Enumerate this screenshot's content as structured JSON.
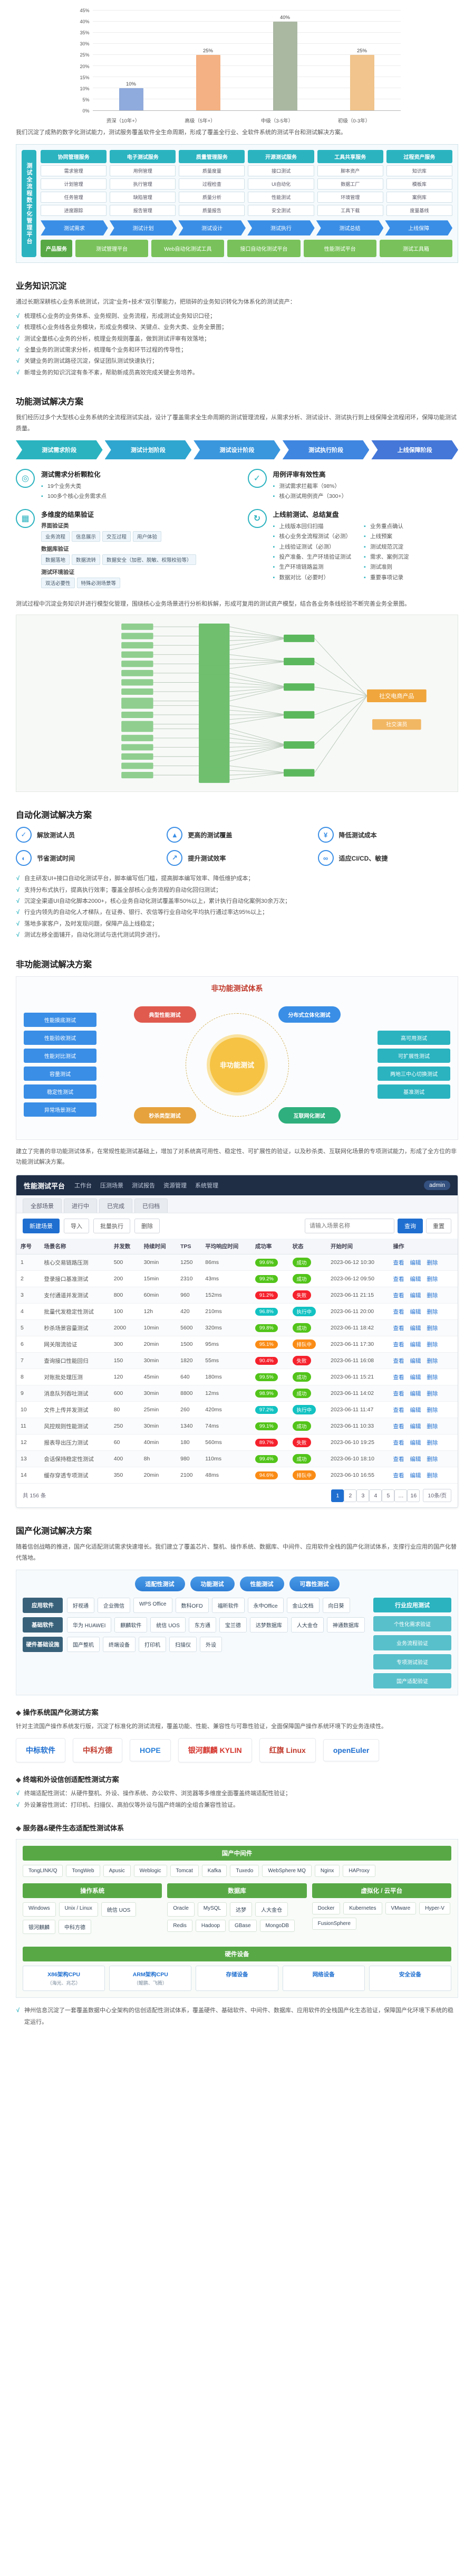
{
  "chart_data": {
    "type": "bar",
    "title": "",
    "categories": [
      "资深（10年+）",
      "高级（5年+）",
      "中级（3-5年）",
      "初级（0-3年）"
    ],
    "values": [
      10,
      25,
      40,
      25
    ],
    "labels": [
      "10%",
      "25%",
      "40%",
      "25%"
    ],
    "colors": [
      "#8faadc",
      "#f4b183",
      "#aab8a2",
      "#f0c48c"
    ],
    "xlabel": "",
    "ylabel": "",
    "ylim": [
      0,
      45
    ],
    "yticks": [
      "0%",
      "5%",
      "10%",
      "15%",
      "20%",
      "25%",
      "30%",
      "35%",
      "40%",
      "45%"
    ],
    "grid": true,
    "legend": "none"
  },
  "intro": {
    "text": "我们沉淀了成熟的数字化测试能力，测试服务覆盖软件全生命周期，形成了覆盖全行业、全软件系统的测试平台和测试解决方案。"
  },
  "platform": {
    "left_label": "测试全流程数字化管理平台",
    "columns": [
      {
        "header": "协同管理服务",
        "items": [
          "需求管理",
          "计划管理",
          "任务管理",
          "进度跟踪"
        ]
      },
      {
        "header": "电子测试服务",
        "items": [
          "用例管理",
          "执行管理",
          "缺陷管理",
          "报告管理"
        ]
      },
      {
        "header": "质量管理服务",
        "items": [
          "质量度量",
          "过程检查",
          "质量分析",
          "质量报告"
        ]
      },
      {
        "header": "开源测试服务",
        "items": [
          "接口测试",
          "UI自动化",
          "性能测试",
          "安全测试"
        ]
      },
      {
        "header": "工具共享服务",
        "items": [
          "脚本资产",
          "数据工厂",
          "环境管理",
          "工具下载"
        ]
      },
      {
        "header": "过程资产服务",
        "items": [
          "知识库",
          "模板库",
          "案例库",
          "度量基线"
        ]
      }
    ],
    "flow": [
      "测试需求",
      "测试计划",
      "测试设计",
      "测试执行",
      "测试总结",
      "上线保障"
    ],
    "product_label": "产品服务",
    "products": [
      "测试管理平台",
      "Web自动化测试工具",
      "接口自动化测试平台",
      "性能测试平台",
      "测试工具箱"
    ]
  },
  "business": {
    "title": "业务知识沉淀",
    "intro": "通过长期深耕核心业务系统测试，沉淀“业务+技术”双引擎能力，把琐碎的业务知识转化为体系化的测试资产：",
    "items": [
      "梳理核心业务的业务体系、业务规则、业务流程，形成测试业务知识口径；",
      "梳理核心业务线各业务模块，形成业务模块、关键点、业务大类、业务全景图；",
      "测试全量核心业务的分析，梳理业务规则覆盖，做到测试评审有效落地；",
      "全量业务的测试需求分析，梳理每个业务和环节过程的传导性；",
      "关键业务的测试路径沉淀，保证团队测试快速执行；",
      "新增业务的知识沉淀有条不紊，帮助新成员高效完成关键业务培养。"
    ]
  },
  "functional": {
    "title": "功能测试解决方案",
    "intro": "我们经历过多个大型核心业务系统的全流程测试实战，设计了覆盖需求全生命周期的测试管理流程，从需求分析、测试设计、测试执行到上线保障全流程闭环，保障功能测试质量。",
    "flow": [
      {
        "label": "测试需求阶段",
        "color": "#2bb3c0"
      },
      {
        "label": "测试计划阶段",
        "color": "#2fa6cf"
      },
      {
        "label": "测试设计阶段",
        "color": "#3a97dd"
      },
      {
        "label": "测试执行阶段",
        "color": "#3f86e0"
      },
      {
        "label": "上线保障阶段",
        "color": "#4477d8"
      }
    ],
    "features": [
      {
        "icon": "◎",
        "title": "测试需求分析颗粒化",
        "points": [
          "19个业务大类",
          "100多个核心业务需求点"
        ]
      },
      {
        "icon": "✓",
        "title": "用例评审有效性高",
        "points": [
          "测试需求拦截率（98%）",
          "核心测试用例资产（300+）"
        ]
      }
    ],
    "verify": {
      "icon": "▦",
      "title": "多维度的结果验证",
      "groups": [
        {
          "name": "界面验证类",
          "items": [
            "业务流程",
            "信息展示",
            "交互过程",
            "用户体验"
          ]
        },
        {
          "name": "数据库验证",
          "items": [
            "数据落地",
            "数据流转",
            "数据安全（加密、脱敏、权限校验等）"
          ]
        },
        {
          "name": "测试环境验证",
          "items": [
            "双活必要性",
            "特殊必测场景等"
          ]
        }
      ]
    },
    "review": {
      "icon": "↻",
      "title": "上线前测试、总结复盘",
      "items": [
        "上线版本回归扫描",
        "核心业务全流程测试（必测）",
        "上线验证测试（必测）",
        "投产准备、生产环境验证测试",
        "生产环境链路监测",
        "数据对比（必要时）",
        "业务重点确认",
        "上线预案",
        "测试规范沉淀",
        "需求、案例沉淀",
        "测试准则",
        "重要事项记录"
      ]
    },
    "mindmap_intro": "测试过程中沉淀业务知识并进行模型化管理，围绕核心业务场景进行分析和拆解，形成可复用的测试资产模型，结合各业务条线经验不断完善业务全景图。",
    "mindmap": {
      "root_label": "社交电商产品",
      "sub_label": "社交演员",
      "branches": [
        6,
        4,
        7,
        5,
        8,
        4
      ]
    }
  },
  "automation": {
    "title": "自动化测试解决方案",
    "benefits": [
      {
        "icon": "✓",
        "label": "解放测试人员"
      },
      {
        "icon": "▲",
        "label": "更高的测试覆盖"
      },
      {
        "icon": "¥",
        "label": "降低测试成本"
      },
      {
        "icon": "◐",
        "label": "节省测试时间"
      },
      {
        "icon": "↗",
        "label": "提升测试效率"
      },
      {
        "icon": "∞",
        "label": "适应CI/CD、敏捷"
      }
    ],
    "points": [
      "自主研发UI+接口自动化测试平台，脚本编写低门槛，提高脚本编写效率、降低维护成本；",
      "支持分布式执行，提高执行效率；覆盖全部核心业务流程的自动化回归测试；",
      "沉淀全渠道UI自动化脚本2000+，核心业务自动化测试覆盖率50%以上，累计执行自动化案例30余万次；",
      "行业内领先的自动化人才梯队，在证券、银行、农信等行业自动化平均执行通过率达95%以上；",
      "落地多家客户，及时发现问题，保障产品上线稳定；",
      "测试左移全面铺开，自动化测试与迭代测试同步进行。"
    ]
  },
  "nonfunctional": {
    "title": "非功能测试解决方案",
    "diagram_title": "非功能测试体系",
    "center": "非功能测试",
    "fans": [
      {
        "label": "典型性能测试",
        "pos": "tl",
        "color": "#e05a4e"
      },
      {
        "label": "分布式立体化测试",
        "pos": "tr",
        "color": "#3a8ee6"
      },
      {
        "label": "秒杀类型测试",
        "pos": "bl",
        "color": "#e6a23c"
      },
      {
        "label": "互联网化测试",
        "pos": "br",
        "color": "#2eaf7d"
      }
    ],
    "left_boxes": [
      "性能摸底测试",
      "性能验收测试",
      "性能对比测试",
      "容量测试",
      "稳定性测试",
      "异常场景测试"
    ],
    "right_boxes": [
      "高可用测试",
      "可扩展性测试",
      "两地三中心切换测试",
      "基准测试"
    ],
    "outro": "建立了完善的非功能测试体系，在常规性能测试基础上，增加了对系统高可用性、稳定性、可扩展性的验证，以及秒杀类、互联网化场景的专项测试能力，形成了全方位的非功能测试解决方案。"
  },
  "app": {
    "brand": "性能测试平台",
    "nav": [
      "工作台",
      "压测场景",
      "测试报告",
      "资源管理",
      "系统管理"
    ],
    "user": "admin",
    "tabs": [
      "全部场景",
      "进行中",
      "已完成",
      "已归档"
    ],
    "toolbar": {
      "new": "新建场景",
      "import": "导入",
      "batch": "批量执行",
      "delete": "删除",
      "search_placeholder": "请输入场景名称",
      "search": "查询",
      "reset": "重置"
    },
    "columns": [
      "序号",
      "场景名称",
      "并发数",
      "持续时间",
      "TPS",
      "平均响应时间",
      "成功率",
      "状态",
      "开始时间",
      "操作"
    ],
    "ops": [
      "查看",
      "编辑",
      "删除"
    ],
    "rows": [
      {
        "idx": "1",
        "name": "核心交易链路压测",
        "vu": "500",
        "dur": "30min",
        "tps": "1250",
        "rt": "86ms",
        "rate": {
          "t": "99.6%",
          "c": "chip-green"
        },
        "status": {
          "t": "成功",
          "c": "st-green"
        },
        "time": "2023-06-12 10:30"
      },
      {
        "idx": "2",
        "name": "登录接口基准测试",
        "vu": "200",
        "dur": "15min",
        "tps": "2310",
        "rt": "43ms",
        "rate": {
          "t": "99.2%",
          "c": "chip-green"
        },
        "status": {
          "t": "成功",
          "c": "st-green"
        },
        "time": "2023-06-12 09:50"
      },
      {
        "idx": "3",
        "name": "支付通道并发测试",
        "vu": "800",
        "dur": "60min",
        "tps": "960",
        "rt": "152ms",
        "rate": {
          "t": "91.2%",
          "c": "chip-red"
        },
        "status": {
          "t": "失败",
          "c": "st-red"
        },
        "time": "2023-06-11 21:15"
      },
      {
        "idx": "4",
        "name": "批量代发稳定性测试",
        "vu": "100",
        "dur": "12h",
        "tps": "420",
        "rt": "210ms",
        "rate": {
          "t": "96.8%",
          "c": "chip-teal"
        },
        "status": {
          "t": "执行中",
          "c": "st-teal"
        },
        "time": "2023-06-11 20:00"
      },
      {
        "idx": "5",
        "name": "秒杀场景容量测试",
        "vu": "2000",
        "dur": "10min",
        "tps": "5600",
        "rt": "320ms",
        "rate": {
          "t": "99.8%",
          "c": "chip-green"
        },
        "status": {
          "t": "成功",
          "c": "st-green"
        },
        "time": "2023-06-11 18:42"
      },
      {
        "idx": "6",
        "name": "网关限流验证",
        "vu": "300",
        "dur": "20min",
        "tps": "1500",
        "rt": "95ms",
        "rate": {
          "t": "95.1%",
          "c": "chip-orange"
        },
        "status": {
          "t": "排队中",
          "c": "st-orange"
        },
        "time": "2023-06-11 17:30"
      },
      {
        "idx": "7",
        "name": "查询接口性能回归",
        "vu": "150",
        "dur": "30min",
        "tps": "1820",
        "rt": "55ms",
        "rate": {
          "t": "90.4%",
          "c": "chip-red"
        },
        "status": {
          "t": "失败",
          "c": "st-red"
        },
        "time": "2023-06-11 16:08"
      },
      {
        "idx": "8",
        "name": "对账批处理压测",
        "vu": "120",
        "dur": "45min",
        "tps": "640",
        "rt": "180ms",
        "rate": {
          "t": "99.5%",
          "c": "chip-green"
        },
        "status": {
          "t": "成功",
          "c": "st-green"
        },
        "time": "2023-06-11 15:21"
      },
      {
        "idx": "9",
        "name": "消息队列吞吐测试",
        "vu": "600",
        "dur": "30min",
        "tps": "8800",
        "rt": "12ms",
        "rate": {
          "t": "98.9%",
          "c": "chip-green"
        },
        "status": {
          "t": "成功",
          "c": "st-green"
        },
        "time": "2023-06-11 14:02"
      },
      {
        "idx": "10",
        "name": "文件上传并发测试",
        "vu": "80",
        "dur": "25min",
        "tps": "260",
        "rt": "420ms",
        "rate": {
          "t": "97.2%",
          "c": "chip-teal"
        },
        "status": {
          "t": "执行中",
          "c": "st-teal"
        },
        "time": "2023-06-11 11:47"
      },
      {
        "idx": "11",
        "name": "风控规则性能测试",
        "vu": "250",
        "dur": "30min",
        "tps": "1340",
        "rt": "74ms",
        "rate": {
          "t": "99.1%",
          "c": "chip-green"
        },
        "status": {
          "t": "成功",
          "c": "st-green"
        },
        "time": "2023-06-11 10:33"
      },
      {
        "idx": "12",
        "name": "报表导出压力测试",
        "vu": "60",
        "dur": "40min",
        "tps": "180",
        "rt": "560ms",
        "rate": {
          "t": "89.7%",
          "c": "chip-red"
        },
        "status": {
          "t": "失败",
          "c": "st-red"
        },
        "time": "2023-06-10 19:25"
      },
      {
        "idx": "13",
        "name": "会话保持稳定性测试",
        "vu": "400",
        "dur": "8h",
        "tps": "980",
        "rt": "110ms",
        "rate": {
          "t": "99.4%",
          "c": "chip-green"
        },
        "status": {
          "t": "成功",
          "c": "st-green"
        },
        "time": "2023-06-10 18:10"
      },
      {
        "idx": "14",
        "name": "缓存穿透专项测试",
        "vu": "350",
        "dur": "20min",
        "tps": "2100",
        "rt": "48ms",
        "rate": {
          "t": "94.6%",
          "c": "chip-orange"
        },
        "status": {
          "t": "排队中",
          "c": "st-orange"
        },
        "time": "2023-06-10 16:55"
      }
    ],
    "pagination": {
      "total": "共 156 条",
      "sizes": "10条/页",
      "pages": [
        "1",
        "2",
        "3",
        "4",
        "5",
        "…",
        "16"
      ]
    }
  },
  "localization": {
    "title": "国产化测试解决方案",
    "intro": "随着信创战略的推进，国产化适配测试需求快速增长。我们建立了覆盖芯片、整机、操作系统、数据库、中间件、应用软件全栈的国产化测试体系，支撑行业应用的国产化替代落地。",
    "test_pills": [
      "适配性测试",
      "功能测试",
      "性能测试",
      "可靠性测试"
    ],
    "layers": [
      {
        "label": "应用软件",
        "items": [
          "好视通",
          "企业微信",
          "WPS Office",
          "数科OFD",
          "福昕软件",
          "永中Office",
          "金山文档",
          "向日葵"
        ]
      },
      {
        "label": "基础软件",
        "items": [
          "华为 HUAWEI",
          "麒麟软件",
          "统信 UOS",
          "东方通",
          "宝兰德",
          "达梦数据库",
          "人大金仓",
          "神通数据库"
        ]
      },
      {
        "label": "硬件基础设施",
        "items": [
          "国产整机",
          "终端设备",
          "打印机",
          "扫描仪",
          "外设"
        ]
      }
    ],
    "right_panel": {
      "header": "行业应用测试",
      "items": [
        "个性化需求验证",
        "业务流程验证",
        "专项测试验证",
        "国产适配验证"
      ]
    }
  },
  "os_plan": {
    "title": "操作系统国产化测试方案",
    "intro": "针对主流国产操作系统发行版，沉淀了标准化的测试流程，覆盖功能、性能、兼容性与可靠性验证，全面保障国产操作系统环境下的业务连续性。",
    "logos": [
      {
        "name": "中标软件",
        "color": "#1f6fd0"
      },
      {
        "name": "中科方德",
        "color": "#c0392b"
      },
      {
        "name": "HOPE",
        "color": "#2980d9"
      },
      {
        "name": "银河麒麟 KYLIN",
        "color": "#d4342c"
      },
      {
        "name": "红旗 Linux",
        "color": "#c0392b"
      },
      {
        "name": "openEuler",
        "color": "#1f6fd0"
      }
    ]
  },
  "terminal_plan": {
    "title": "终端和外设信创适配性测试方案",
    "items": [
      "终端适配性测试：从硬件整机、外设、操作系统、办公软件、浏览器等多维度全面覆盖终端适配性验证；",
      "外设兼容性测试：打印机、扫描仪、高拍仪等外设与国产终端的全组合兼容性验证。"
    ]
  },
  "server_eco": {
    "title": "服务器&硬件生态适配性测试体系",
    "middleware": {
      "header": "国产中间件",
      "items": [
        "TongLINK/Q",
        "TongWeb",
        "Apusic",
        "Weblogic",
        "Tomcat",
        "Kafka",
        "Tuxedo",
        "WebSphere MQ",
        "Nginx",
        "HAProxy"
      ]
    },
    "os": {
      "header": "操作系统",
      "items": [
        "Windows",
        "Unix / Linux",
        "统信 UOS",
        "银河麒麟",
        "中科方德"
      ]
    },
    "db": {
      "header": "数据库",
      "items": [
        "Oracle",
        "MySQL",
        "达梦",
        "人大金仓",
        "Redis",
        "Hadoop",
        "GBase",
        "MongoDB"
      ]
    },
    "virt": {
      "header": "虚拟化 / 云平台",
      "items": [
        "Docker",
        "Kubernetes",
        "VMware",
        "Hyper-V",
        "FusionSphere"
      ]
    },
    "hw": {
      "header": "硬件设备",
      "items": [
        {
          "t": "X86架构CPU",
          "s": "（海光、兆芯）"
        },
        {
          "t": "ARM架构CPU",
          "s": "（鲲鹏、飞腾）"
        },
        {
          "t": "存储设备",
          "s": ""
        },
        {
          "t": "网络设备",
          "s": ""
        },
        {
          "t": "安全设备",
          "s": ""
        }
      ]
    }
  },
  "footer": {
    "text": "神州信息沉淀了一套覆盖数据中心全架构的信创适配性测试体系，覆盖硬件、基础软件、中间件、数据库、应用软件的全栈国产化生态验证，保障国产化环境下系统的稳定运行。"
  }
}
